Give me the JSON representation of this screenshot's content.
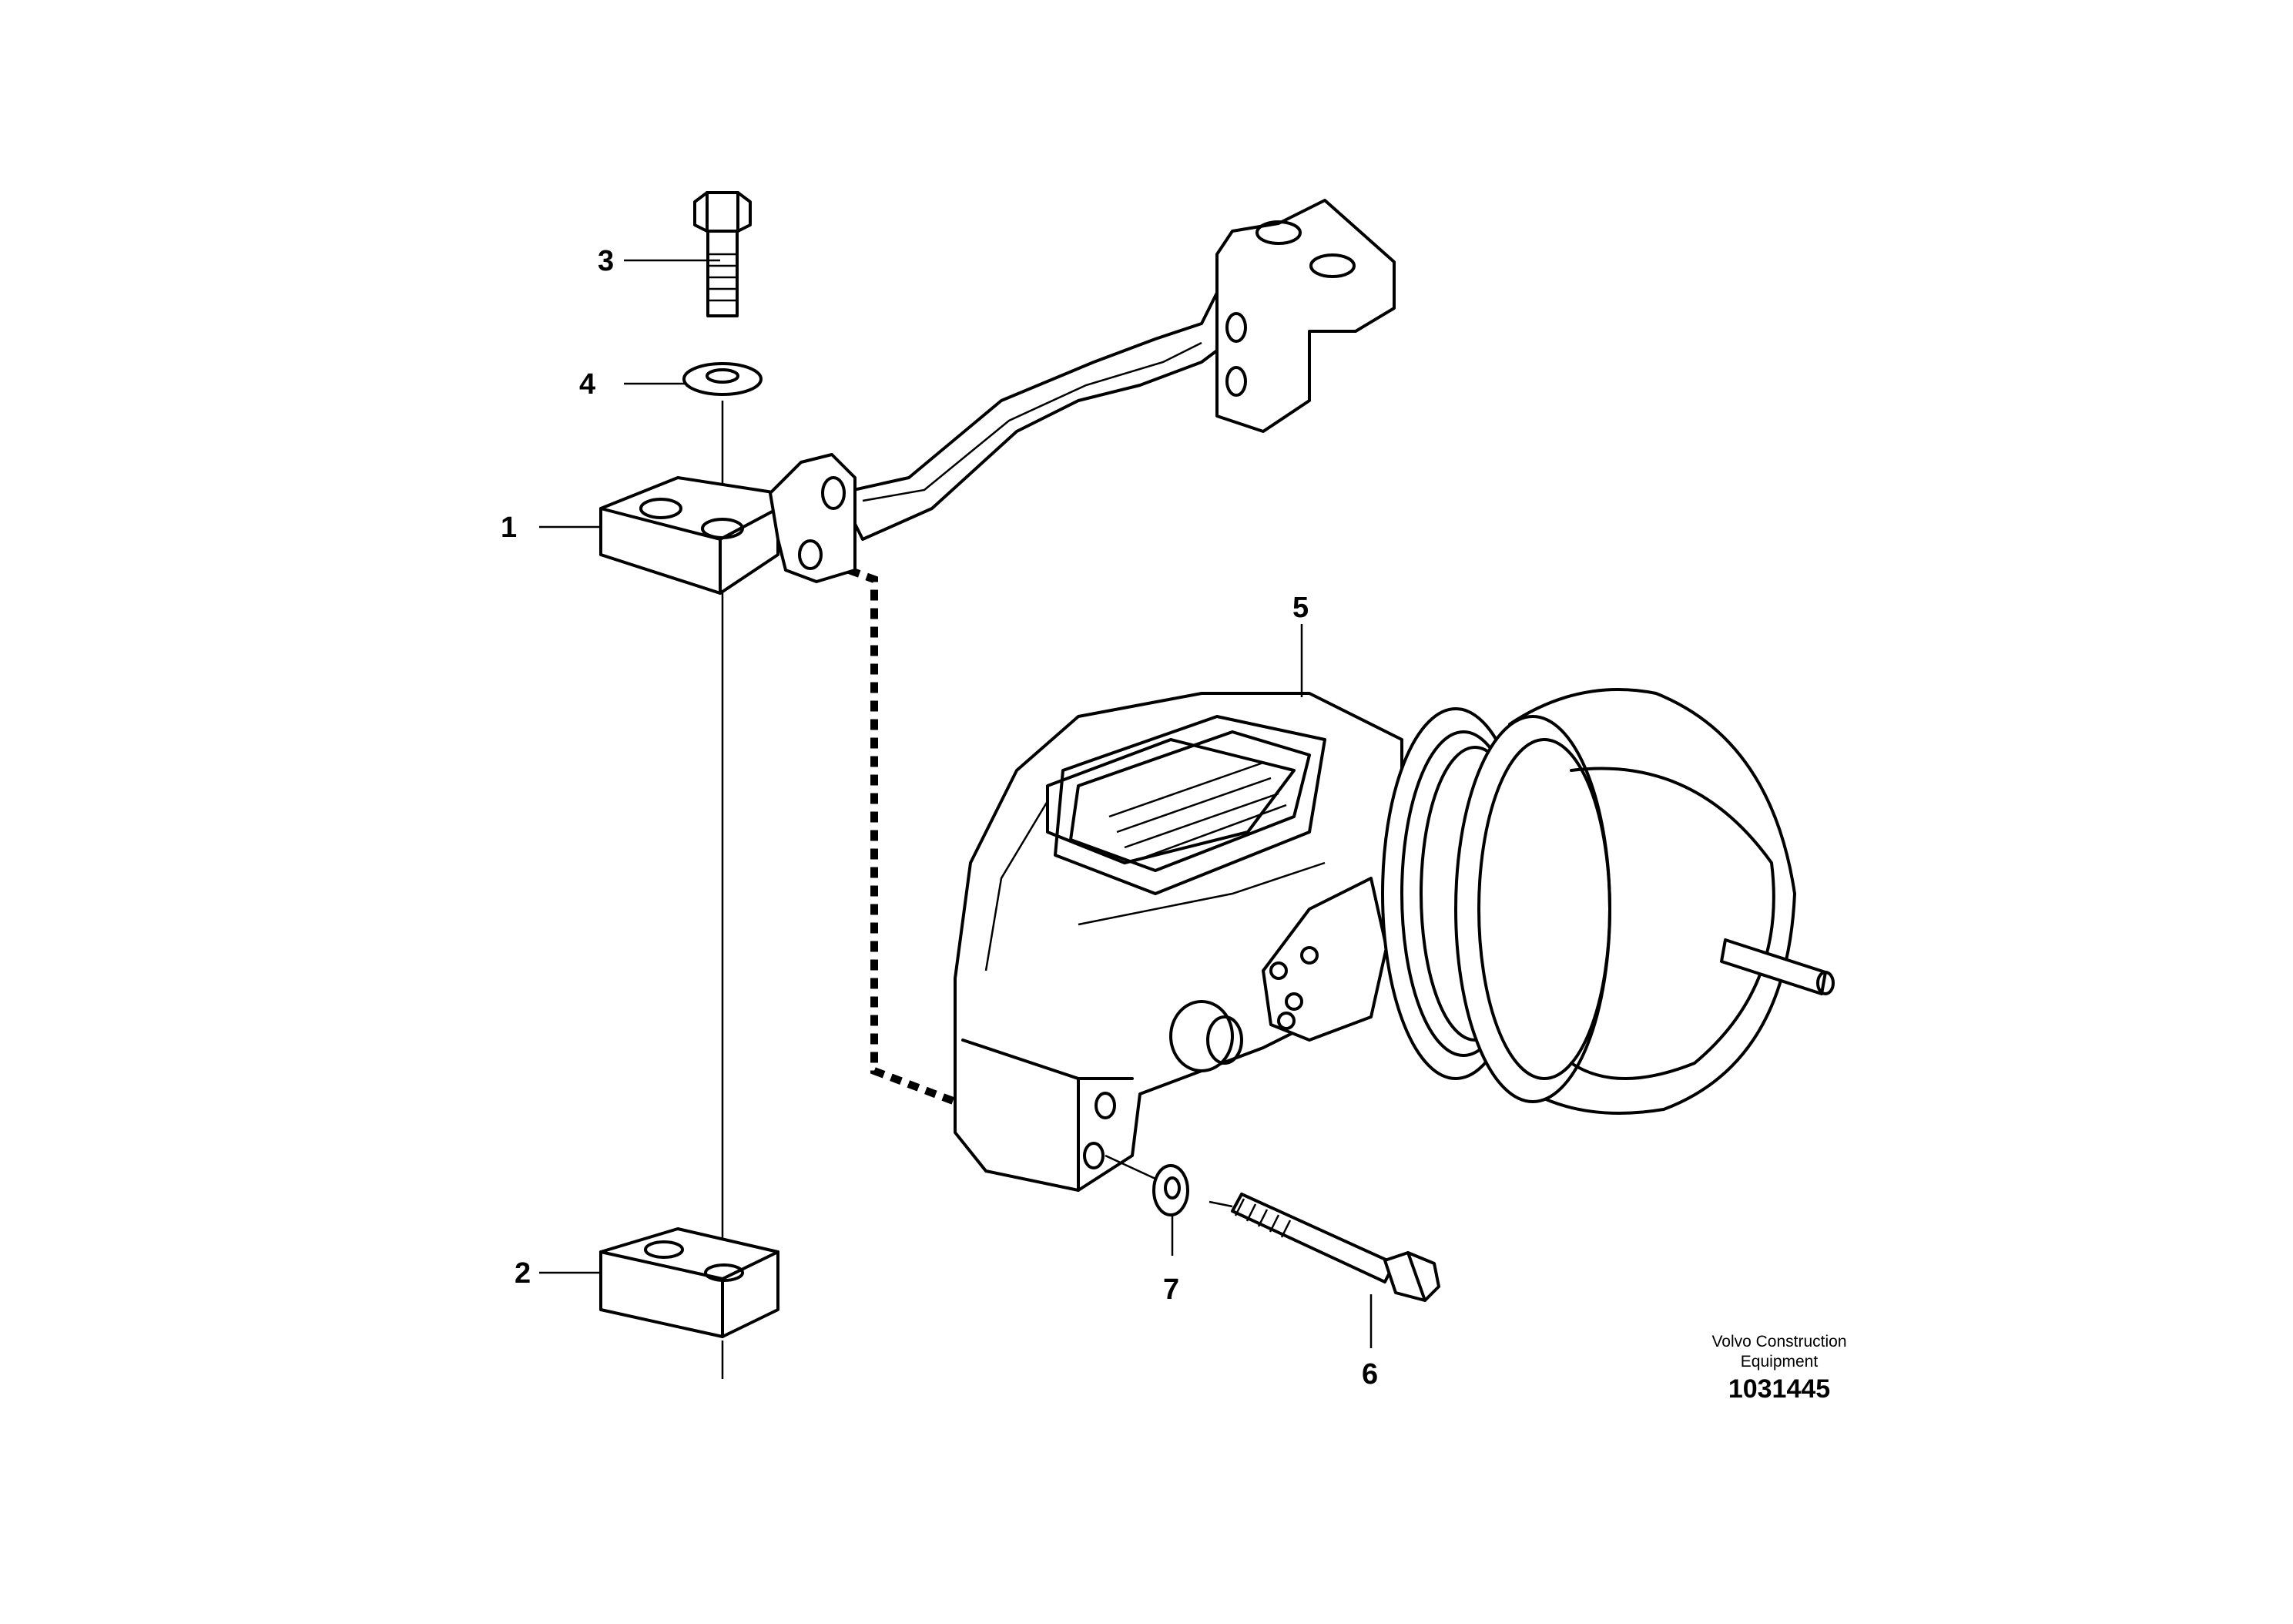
{
  "callouts": [
    {
      "id": "1",
      "label": "1",
      "part": "bracket"
    },
    {
      "id": "2",
      "label": "2",
      "part": "spacer-block"
    },
    {
      "id": "3",
      "label": "3",
      "part": "bolt"
    },
    {
      "id": "4",
      "label": "4",
      "part": "washer"
    },
    {
      "id": "5",
      "label": "5",
      "part": "brake-caliper"
    },
    {
      "id": "6",
      "label": "6",
      "part": "bolt"
    },
    {
      "id": "7",
      "label": "7",
      "part": "washer"
    }
  ],
  "credit": {
    "brand_line1": "Volvo Construction",
    "brand_line2": "Equipment",
    "drawing_number": "1031445"
  }
}
